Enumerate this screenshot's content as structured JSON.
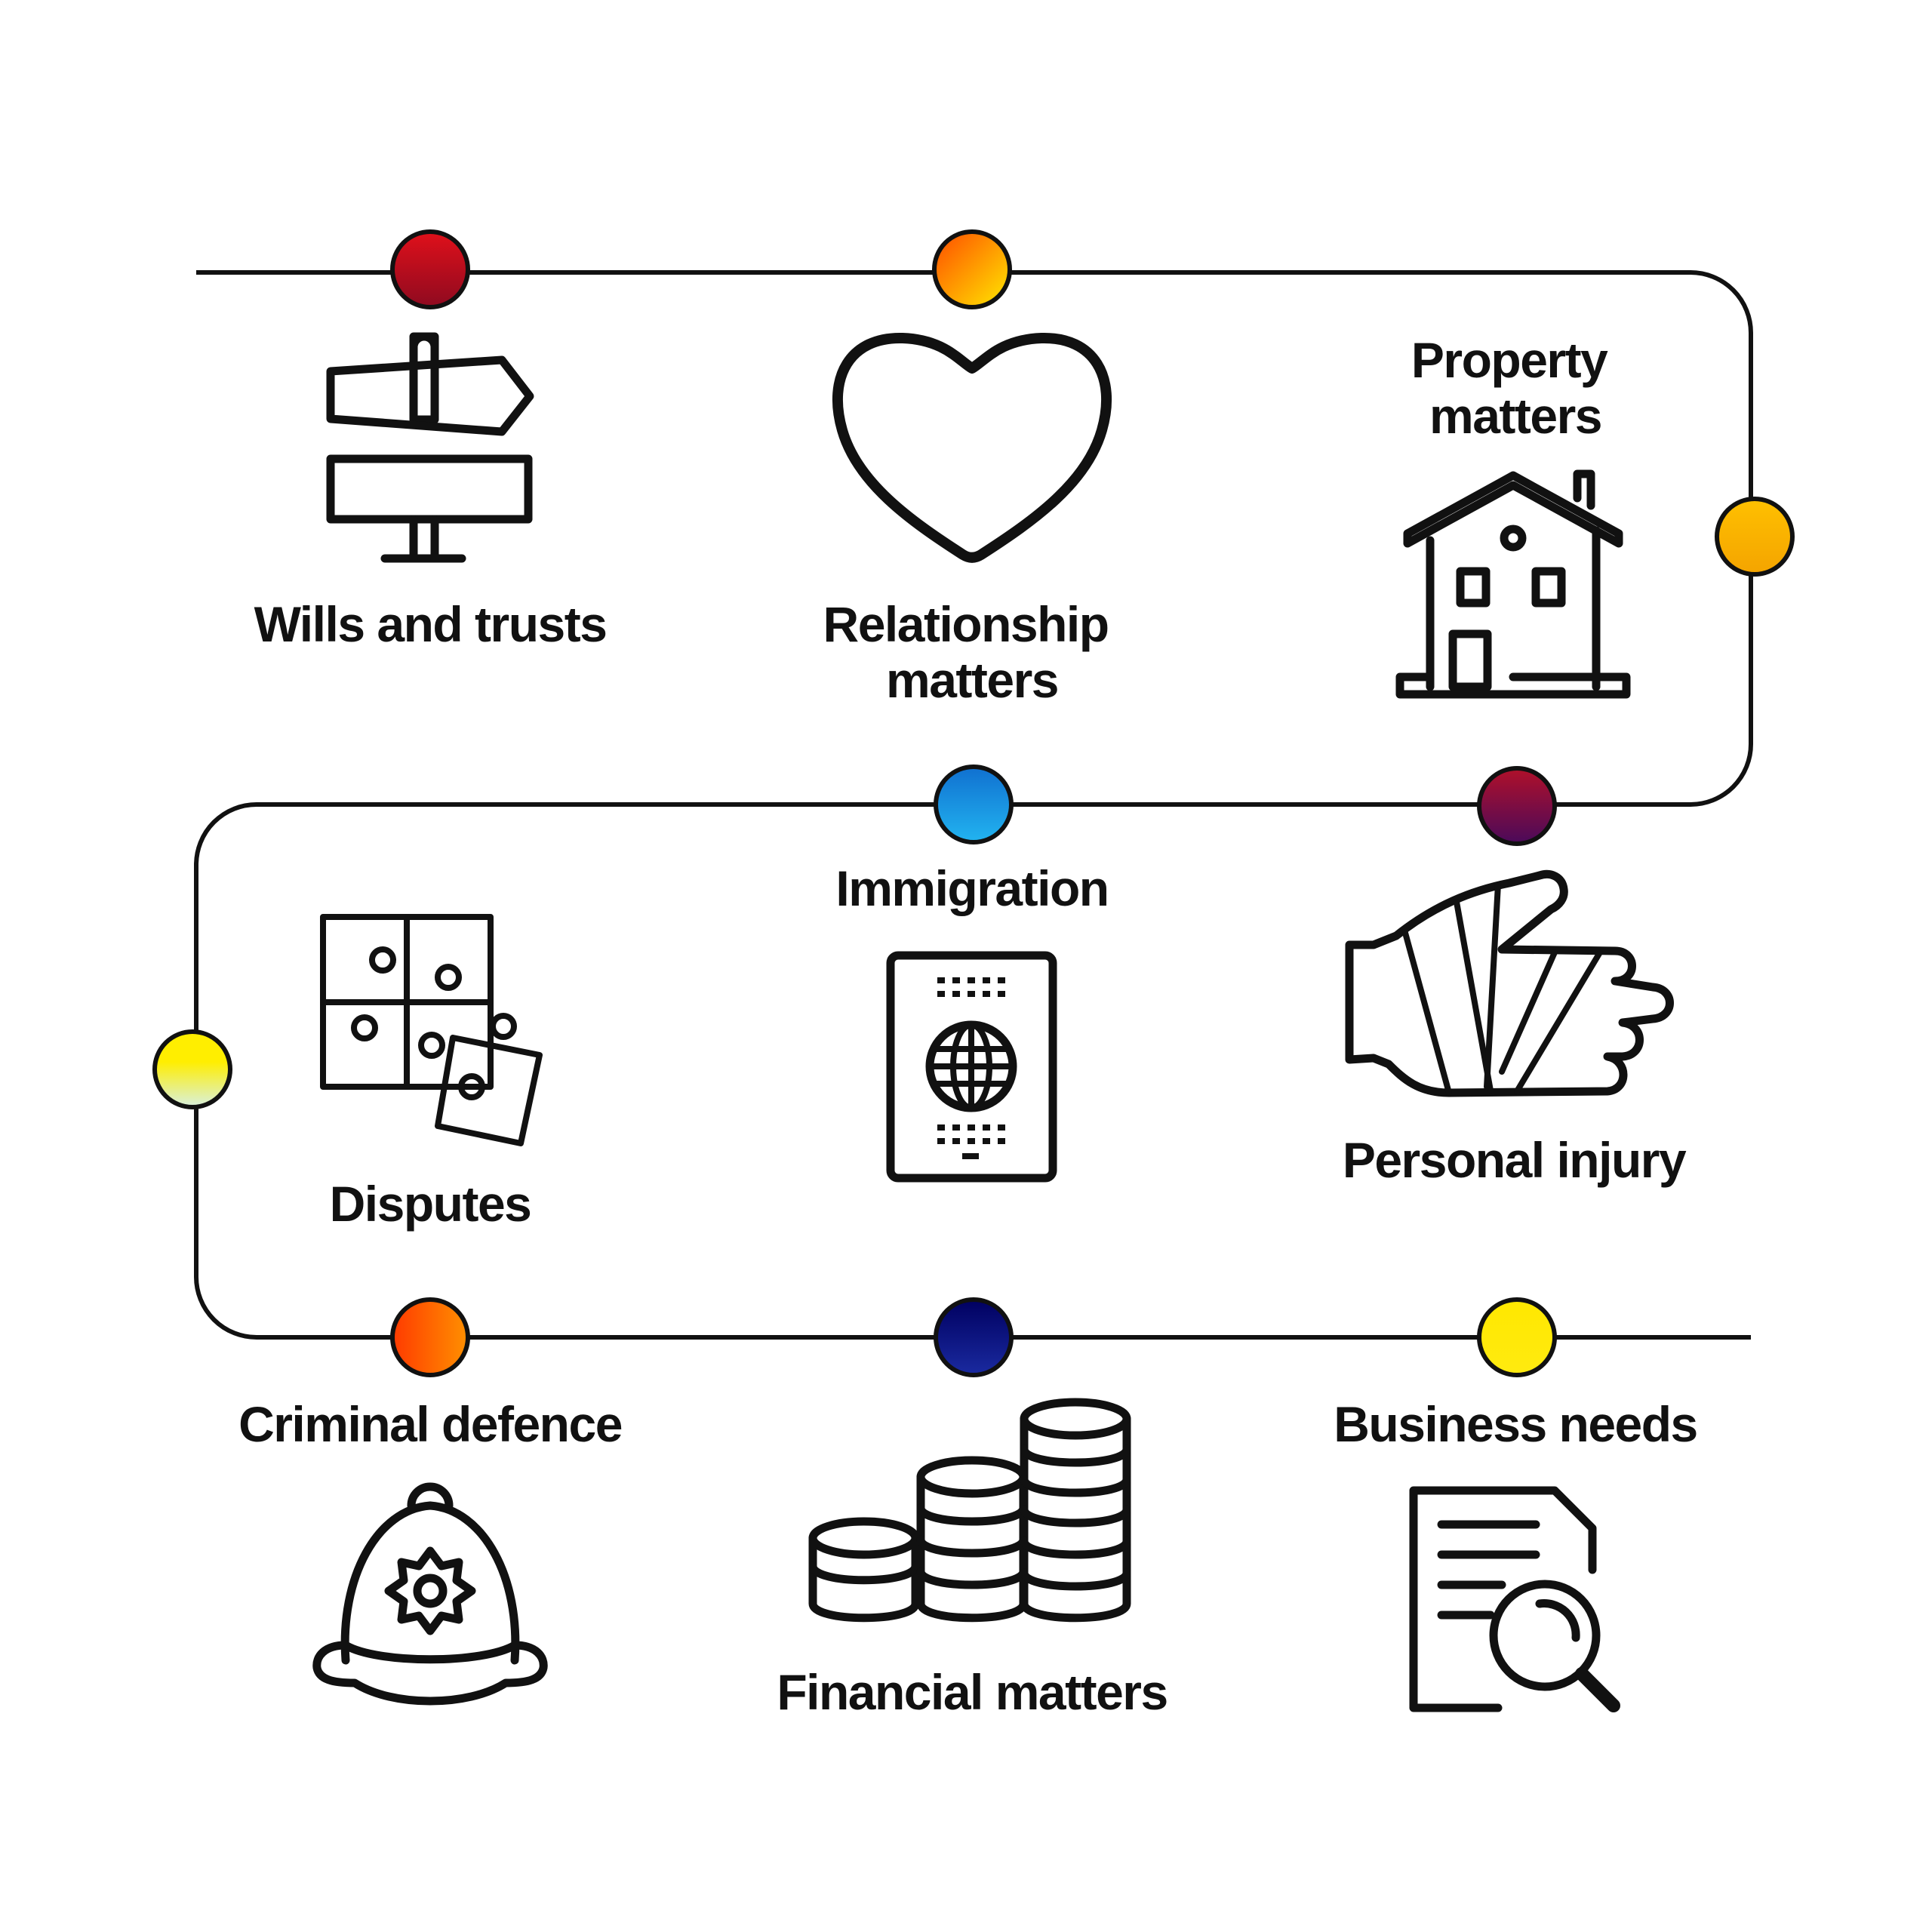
{
  "services": [
    {
      "id": "wills",
      "label_lines": [
        "Wills and trusts"
      ],
      "icon": "signpost-icon",
      "node_color_top": "#e0101a",
      "node_color_bottom": "#8e0a20"
    },
    {
      "id": "relationship",
      "label_lines": [
        "Relationship",
        "matters"
      ],
      "icon": "heart-icon",
      "node_color_top": "#ff4a00",
      "node_color_bottom": "#ffea00"
    },
    {
      "id": "property",
      "label_lines": [
        "Property",
        "matters"
      ],
      "icon": "house-icon",
      "node_color_top": "#ffc000",
      "node_color_bottom": "#f4a400"
    },
    {
      "id": "personal-injury",
      "label_lines": [
        "Personal injury"
      ],
      "icon": "bandaged-hand-icon",
      "node_color_top": "#b0102a",
      "node_color_bottom": "#4a0a5a"
    },
    {
      "id": "immigration",
      "label_lines": [
        "Immigration"
      ],
      "icon": "passport-icon",
      "node_color_top": "#1070d0",
      "node_color_bottom": "#22b4f0"
    },
    {
      "id": "disputes",
      "label_lines": [
        "Disputes"
      ],
      "icon": "puzzle-icon",
      "node_color_top": "#ffee00",
      "node_color_bottom": "#d8f0e0"
    },
    {
      "id": "criminal",
      "label_lines": [
        "Criminal defence"
      ],
      "icon": "police-helmet-icon",
      "node_color_top": "#ff3a00",
      "node_color_bottom": "#ff9000"
    },
    {
      "id": "financial",
      "label_lines": [
        "Financial matters"
      ],
      "icon": "coin-stacks-icon",
      "node_color_top": "#000060",
      "node_color_bottom": "#1a2aa0"
    },
    {
      "id": "business",
      "label_lines": [
        "Business needs"
      ],
      "icon": "document-search-icon",
      "node_color_top": "#ffe800",
      "node_color_bottom": "#ffea10"
    }
  ],
  "line_color": "#111111"
}
